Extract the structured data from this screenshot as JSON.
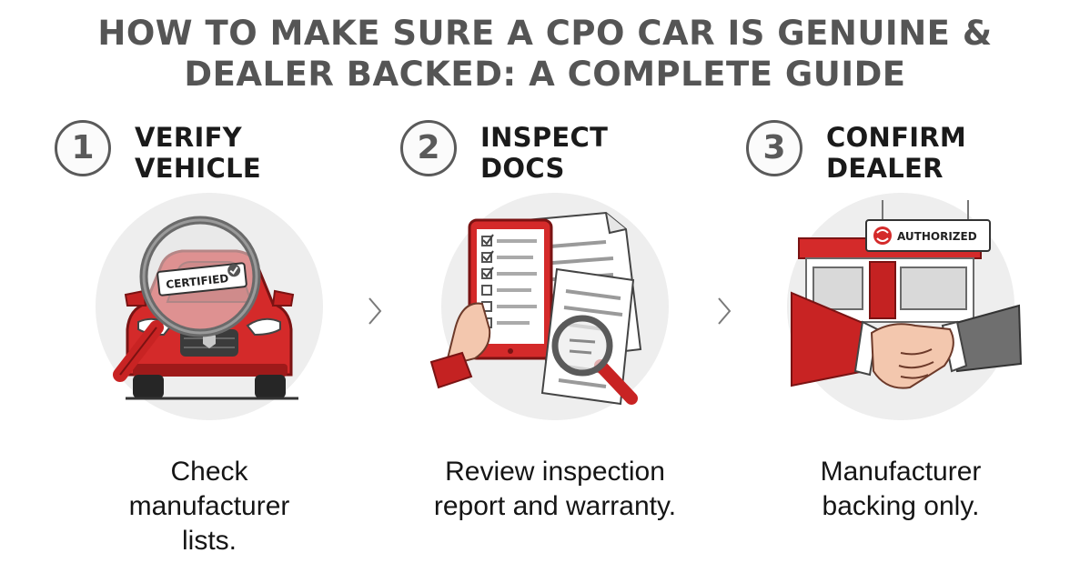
{
  "title": {
    "line1": "HOW TO MAKE SURE A CPO CAR IS GENUINE &",
    "line2": "DEALER BACKED: A COMPLETE GUIDE"
  },
  "steps": [
    {
      "number": "1",
      "heading": [
        "VERIFY",
        "VEHICLE"
      ],
      "badge": "CERTIFIED",
      "description": [
        "Check",
        "manufacturer",
        "lists."
      ],
      "illustration_icon": "car-magnifier-icon"
    },
    {
      "number": "2",
      "heading": [
        "INSPECT",
        "DOCS"
      ],
      "description": [
        "Review inspection",
        "report and warranty."
      ],
      "illustration_icon": "documents-tablet-icon"
    },
    {
      "number": "3",
      "heading": [
        "CONFIRM",
        "DEALER"
      ],
      "sign": "AUTHORIZED",
      "description": [
        "Manufacturer",
        "backing only."
      ],
      "illustration_icon": "dealership-handshake-icon"
    }
  ],
  "colors": {
    "accent_red": "#d42a2a",
    "dark_red": "#a91c1c",
    "title_gray": "#555555",
    "circle_bg": "#efefef"
  }
}
